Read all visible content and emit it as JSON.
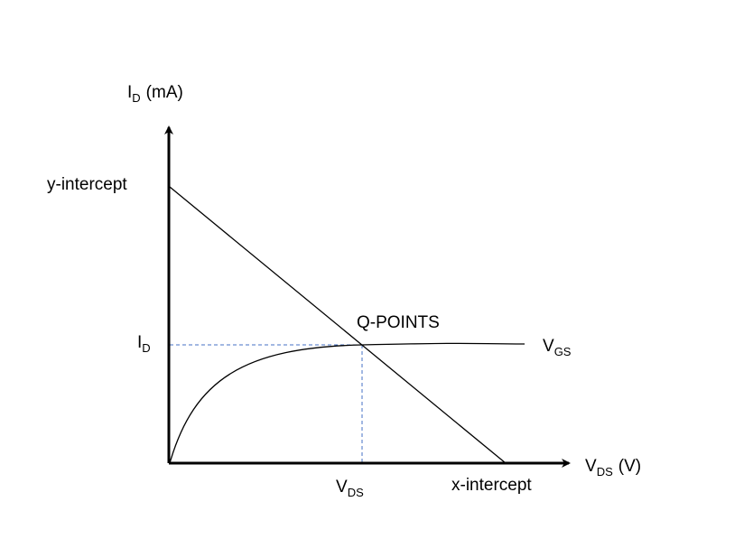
{
  "y_axis_label": {
    "main": "I",
    "sub": "D",
    "unit": "(mA)"
  },
  "x_axis_label": {
    "main": "V",
    "sub": "DS",
    "unit": "(V)"
  },
  "y_intercept_label": "y-intercept",
  "x_intercept_label": "x-intercept",
  "q_point_label": "Q-POINTS",
  "id_tick_label": {
    "main": "I",
    "sub": "D"
  },
  "vds_tick_label": {
    "main": "V",
    "sub": "DS"
  },
  "curve_label": {
    "main": "V",
    "sub": "GS"
  },
  "colors": {
    "axes": "#000000",
    "load_line": "#000000",
    "curve": "#000000",
    "guides": "#4472C4"
  }
}
